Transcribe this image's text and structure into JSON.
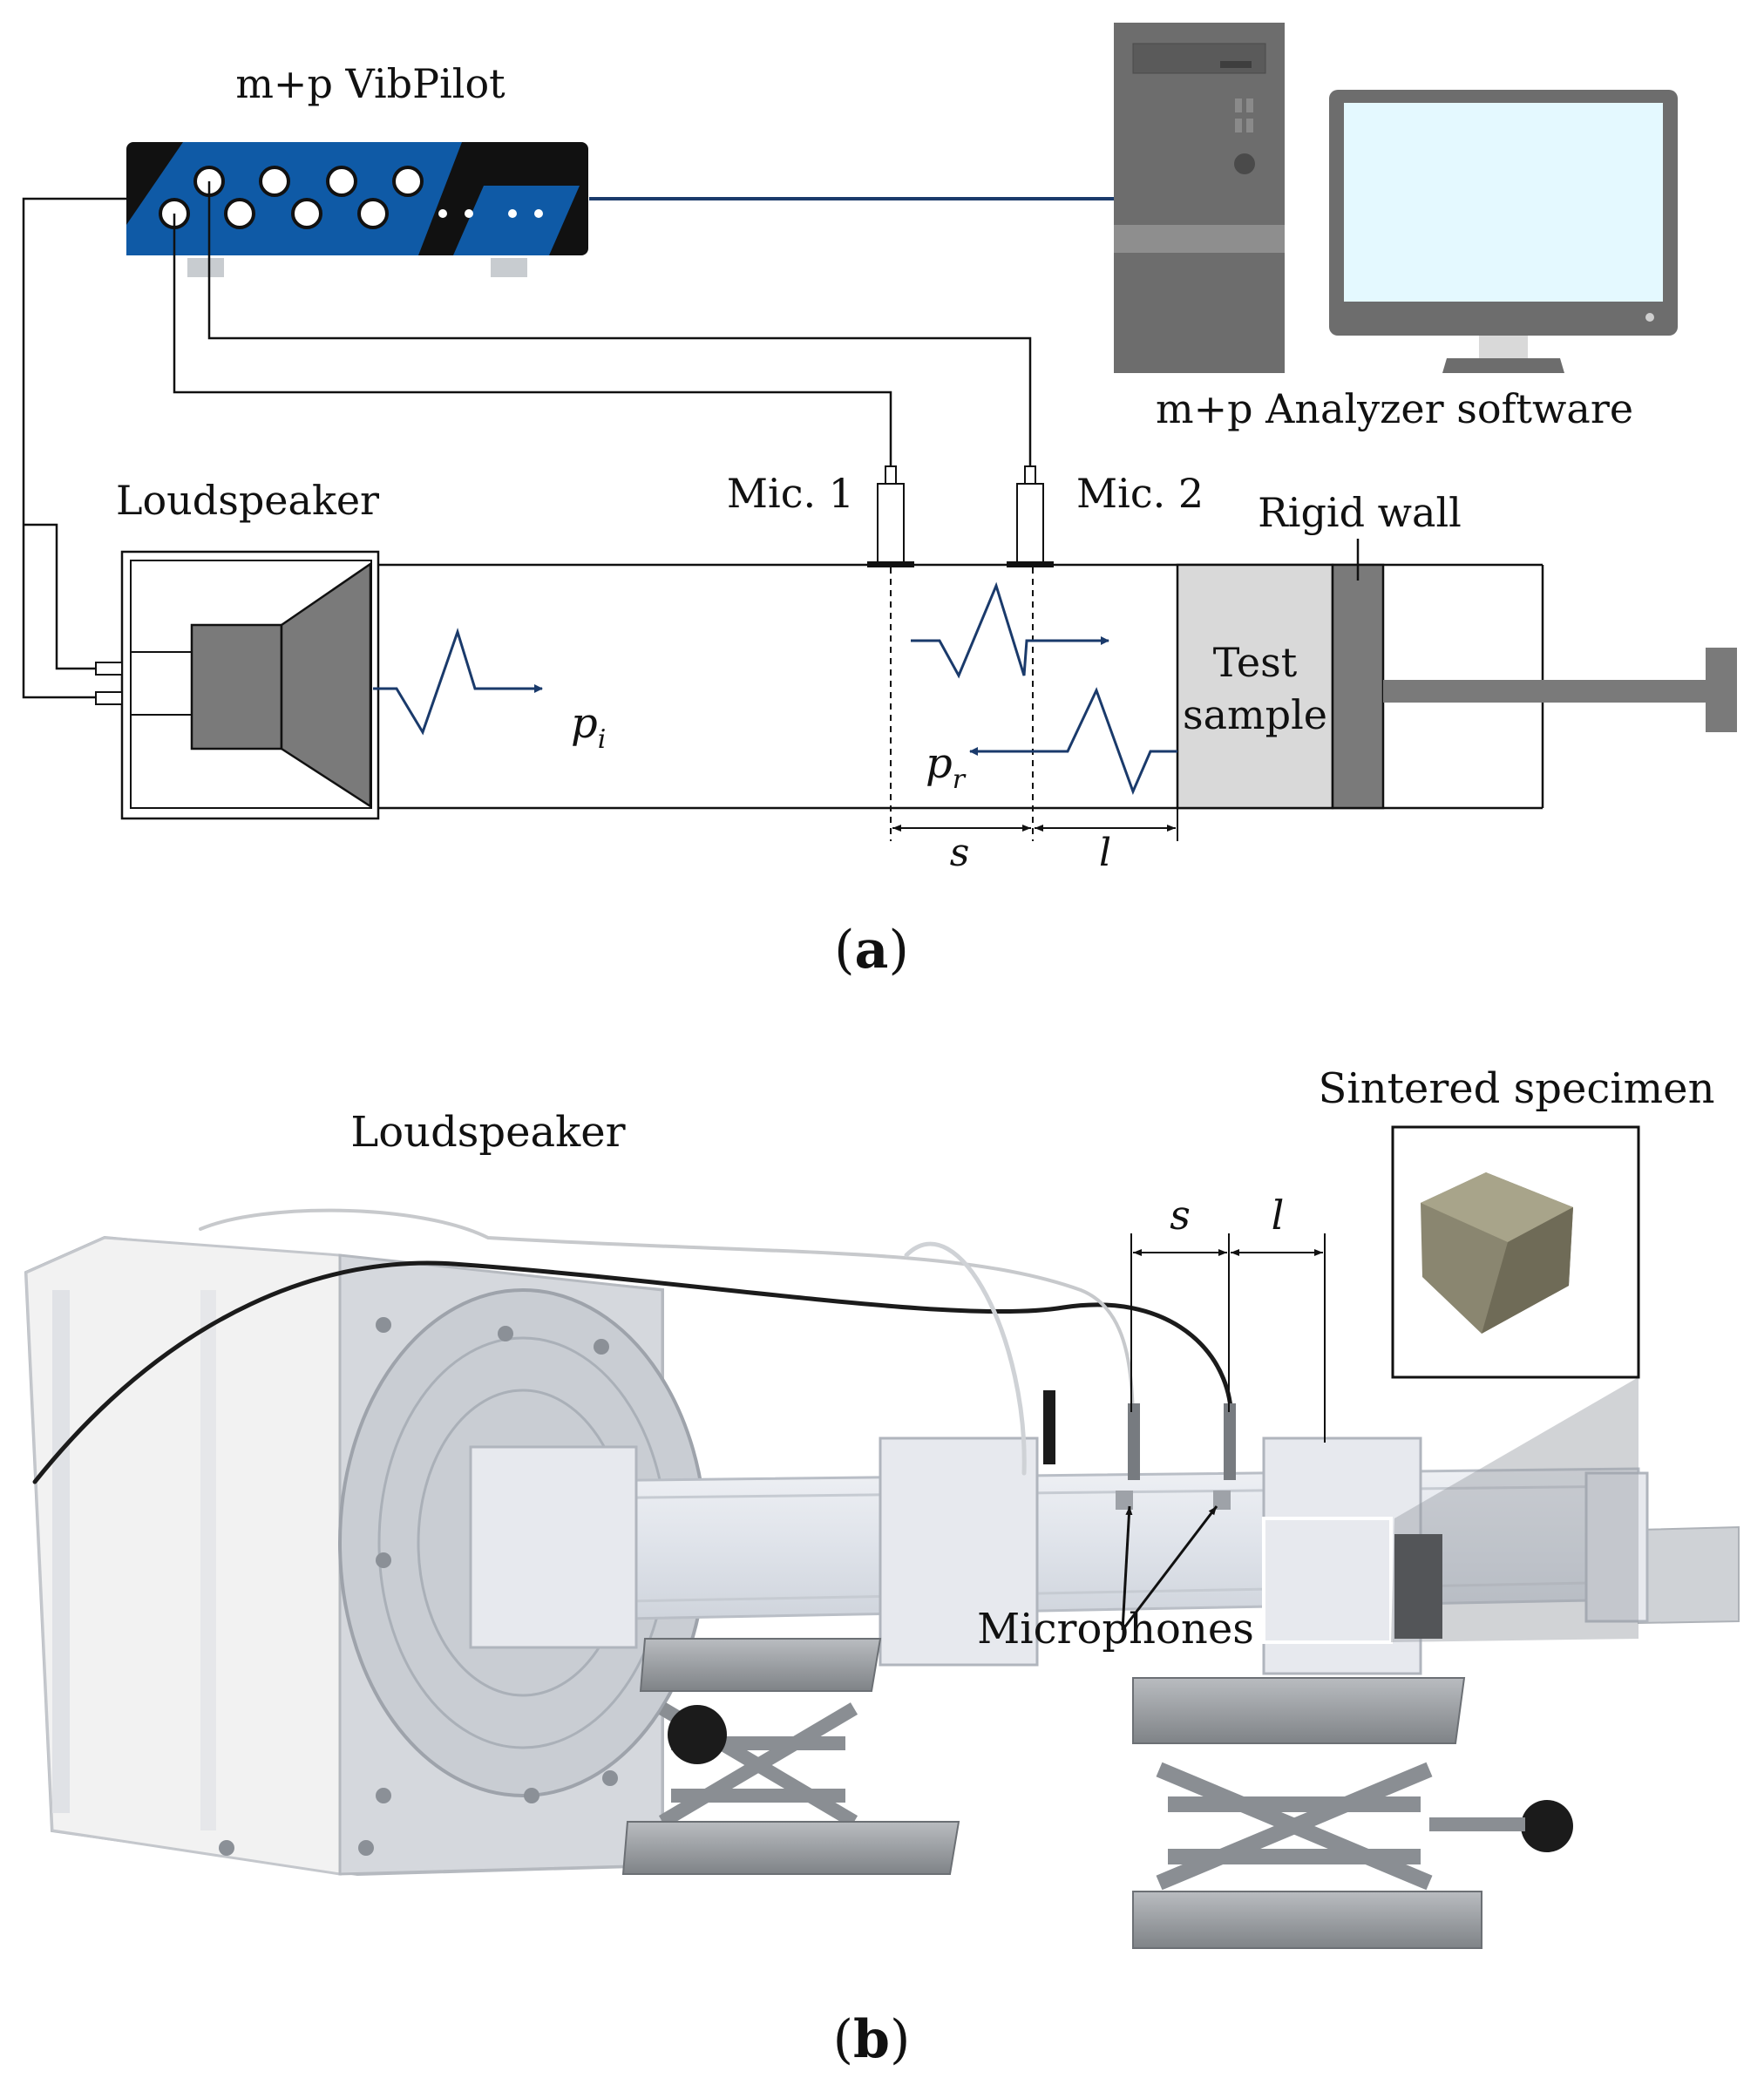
{
  "panel_a": {
    "caption_open": "(",
    "caption_letter": "a",
    "caption_close": ")",
    "labels": {
      "vibpilot": "m+p VibPilot",
      "analyzer": "m+p Analyzer software",
      "loudspeaker": "Loudspeaker",
      "mic1": "Mic. 1",
      "mic2": "Mic. 2",
      "rigid_wall": "Rigid wall",
      "test_sample_line1": "Test",
      "test_sample_line2": "sample",
      "p_incident_base": "p",
      "p_incident_sub": "i",
      "p_reflected_base": "p",
      "p_reflected_sub": "r",
      "s": "s",
      "l": "l"
    }
  },
  "panel_b": {
    "caption_open": "(",
    "caption_letter": "b",
    "caption_close": ")",
    "labels": {
      "loudspeaker": "Loudspeaker",
      "sintered_specimen": "Sintered specimen",
      "microphones": "Microphones",
      "s": "s",
      "l": "l"
    }
  },
  "colors": {
    "device_blue": "#0f5aa6",
    "wave_navy": "#1a3a6b",
    "gray_dark": "#7a7a7a",
    "gray_mid": "#6d6d6d",
    "gray_light": "#d9d9d9",
    "screen": "#e4f9ff"
  }
}
